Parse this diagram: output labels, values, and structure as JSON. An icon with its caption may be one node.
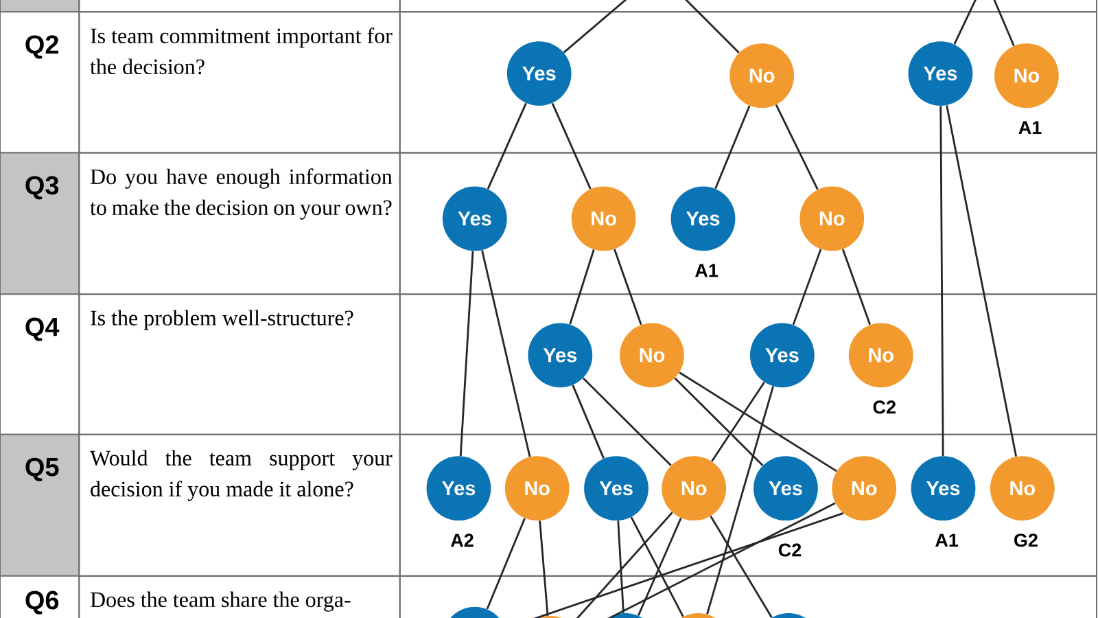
{
  "diagram": {
    "nodes": [
      {
        "text": [
          "Yes"
        ]
      },
      {
        "text": [
          "No"
        ]
      },
      {
        "text": [
          "Yes"
        ]
      },
      {
        "text": [
          "No"
        ],
        "beside": [
          "A1"
        ]
      },
      {
        "text": [
          "Yes"
        ]
      },
      {
        "text": [
          "No"
        ]
      },
      {
        "text": [
          "Yes"
        ],
        "beside": [
          "A1"
        ]
      },
      {
        "text": [
          "No"
        ]
      },
      {
        "text": [
          "Yes"
        ]
      },
      {
        "text": [
          "No"
        ]
      },
      {
        "text": [
          "Yes"
        ]
      },
      {
        "text": [
          "No"
        ],
        "beside": [
          "C2"
        ]
      },
      {
        "text": [
          "Yes"
        ],
        "beside": [
          "A2"
        ]
      },
      {
        "text": [
          "No"
        ]
      },
      {
        "text": [
          "Yes"
        ]
      },
      {
        "text": [
          "No"
        ]
      },
      {
        "text": [
          "Yes"
        ],
        "beside": [
          "C2"
        ]
      },
      {
        "text": [
          "No"
        ]
      },
      {
        "text": [
          "Yes"
        ],
        "beside": [
          "A1"
        ]
      },
      {
        "text": [
          "No"
        ],
        "beside": [
          "G2"
        ]
      },
      {
        "text": [],
        "shape": "circle"
      },
      {
        "text": [],
        "shape": "circle"
      },
      {
        "text": [],
        "shape": "circle"
      },
      {
        "text": [],
        "shape": "circle"
      },
      {
        "text": [],
        "shape": "circle"
      }
    ],
    "edges": [
      {
        "from": null,
        "to": 0,
        "arrow": "none"
      },
      {
        "from": null,
        "to": 1,
        "arrow": "none"
      },
      {
        "from": null,
        "to": 2,
        "arrow": "none"
      },
      {
        "from": null,
        "to": 3,
        "arrow": "none"
      },
      {
        "from": 0,
        "to": 4,
        "arrow": "none"
      },
      {
        "from": 0,
        "to": 5,
        "arrow": "none"
      },
      {
        "from": 1,
        "to": 6,
        "arrow": "none"
      },
      {
        "from": 1,
        "to": 7,
        "arrow": "none"
      },
      {
        "from": 2,
        "to": 18,
        "arrow": "none"
      },
      {
        "from": 2,
        "to": 19,
        "arrow": "none"
      },
      {
        "from": 4,
        "to": 12,
        "arrow": "none"
      },
      {
        "from": 4,
        "to": 13,
        "arrow": "none"
      },
      {
        "from": 5,
        "to": 8,
        "arrow": "none"
      },
      {
        "from": 5,
        "to": 9,
        "arrow": "none"
      },
      {
        "from": 7,
        "to": 10,
        "arrow": "none"
      },
      {
        "from": 7,
        "to": 11,
        "arrow": "none"
      },
      {
        "from": 8,
        "to": 14,
        "arrow": "none"
      },
      {
        "from": 8,
        "to": 15,
        "arrow": "none"
      },
      {
        "from": 9,
        "to": 16,
        "arrow": "none"
      },
      {
        "from": 9,
        "to": 17,
        "arrow": "none"
      },
      {
        "from": 10,
        "to": 15,
        "arrow": "none"
      },
      {
        "from": 10,
        "to": 23,
        "arrow": "none"
      },
      {
        "from": 13,
        "to": 20,
        "arrow": "none"
      },
      {
        "from": 13,
        "to": 21,
        "arrow": "none"
      },
      {
        "from": 14,
        "to": 22,
        "arrow": "none"
      },
      {
        "from": 14,
        "to": 23,
        "arrow": "none"
      },
      {
        "from": 15,
        "to": 21,
        "arrow": "none"
      },
      {
        "from": 15,
        "to": 22,
        "arrow": "none"
      },
      {
        "from": 15,
        "to": 24,
        "arrow": "none"
      },
      {
        "from": 17,
        "to": 20,
        "arrow": "none"
      },
      {
        "from": 17,
        "to": 21,
        "arrow": "none"
      }
    ],
    "labels": [
      "Q2",
      "Is team commitment important for the decision?",
      "Q3",
      "Do you have enough information to make the decision on your own?",
      "Q4",
      "Is the problem well-structure?",
      "Q5",
      "Would the team support your decision if you made it alone?",
      "Q6",
      "Does the team share the orga-"
    ]
  }
}
